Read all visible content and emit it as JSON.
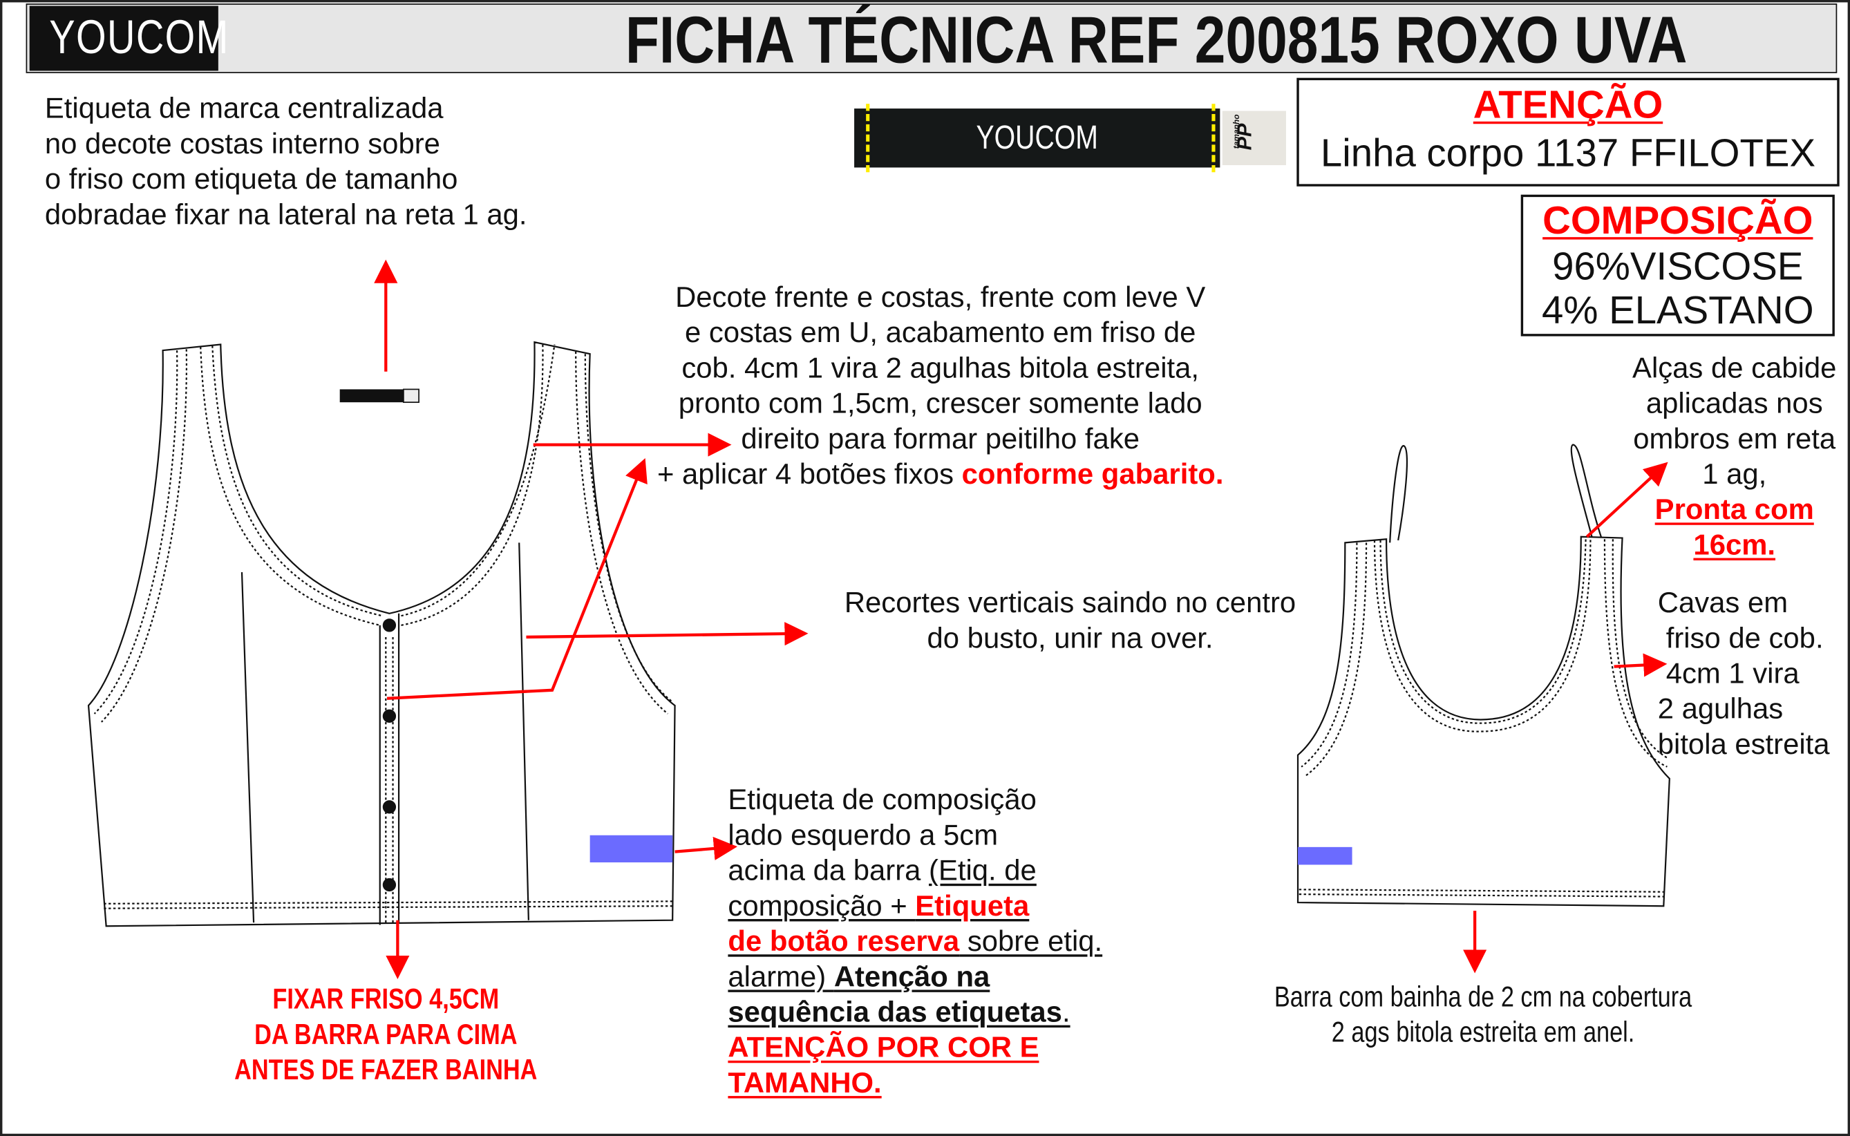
{
  "header": {
    "logo": "YOUCOM",
    "title": "FICHA TÉCNICA REF 200815 ROXO UVA"
  },
  "brand_label": {
    "logo": "YOUCOM",
    "size_caption": "tamanho",
    "size": "PP"
  },
  "attention_box": {
    "title": "ATENÇÃO",
    "text": "Linha corpo 1137 FFILOTEX"
  },
  "composition_box": {
    "title": "COMPOSIÇÃO",
    "lines": [
      "96%VISCOSE",
      "4% ELASTANO"
    ]
  },
  "notes": {
    "brand_label_note": [
      "Etiqueta de marca centralizada",
      "no decote costas interno sobre",
      "o friso com etiqueta de tamanho",
      "dobradae fixar na lateral na reta 1 ag."
    ],
    "neckline_note": [
      "Decote frente e costas, frente com leve V",
      "e costas em U, acabamento em friso de",
      "cob. 4cm 1 vira 2 agulhas bitola estreita,",
      "pronto com 1,5cm, crescer somente lado",
      "direito para formar peitilho fake",
      "+ aplicar 4 botões fixos ",
      "conforme gabarito."
    ],
    "seams_note": [
      "Recortes verticais saindo no centro",
      "do busto, unir na over."
    ],
    "composition_label_note": {
      "l1": "Etiqueta de composição",
      "l2": "lado esquerdo a 5cm",
      "l3a": "acima da barra ",
      "l3b": "(Etiq. de",
      "l4a": "composição + ",
      "l4b": "Etiqueta",
      "l5a": "de botão reserva",
      "l5b": " sobre etiq.",
      "l6a": "alarme) ",
      "l6b": "Atenção na",
      "l7": "sequência das etiquetas",
      "l7b": ".",
      "l8": "ATENÇÃO POR COR E",
      "l9": "TAMANHO."
    },
    "hem_binding_note": [
      "FIXAR FRISO 4,5CM",
      "DA BARRA PARA CIMA",
      "ANTES DE FAZER BAINHA"
    ],
    "hem_note": [
      "Barra com bainha de  2 cm na cobertura",
      "2 ags bitola estreita em anel."
    ],
    "hanger_loops_note": [
      "Alças de cabide",
      "aplicadas nos",
      "ombros em reta",
      "1 ag,",
      "Pronta com ",
      "16cm."
    ],
    "armhole_note": [
      "Cavas em",
      "friso de cob.",
      "4cm 1 vira",
      "2 agulhas",
      "bitola estreita"
    ]
  },
  "colors": {
    "accent": "#ff0000",
    "label_swatch": "#6b6bff",
    "header_bg": "#e6e6e6"
  }
}
